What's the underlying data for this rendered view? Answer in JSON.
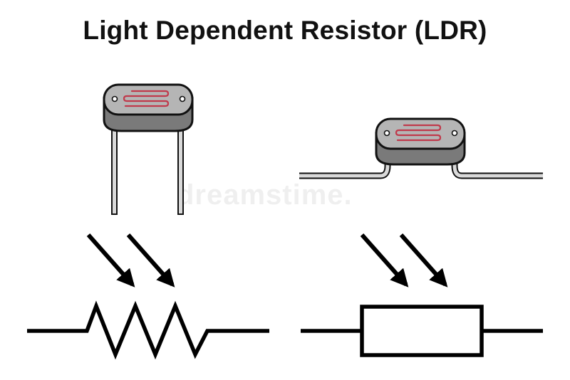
{
  "title": "Light Dependent Resistor (LDR)",
  "watermark": "dreamstime.",
  "colors": {
    "body_top": "#b5b5b5",
    "body_side": "#7a7a7a",
    "outline": "#111111",
    "track": "#c0394b",
    "lead": "#d9d9d9",
    "symbol": "#000000"
  },
  "figures": [
    {
      "name": "ldr-package-vertical-leads",
      "icon": "ldr-through-hole-icon"
    },
    {
      "name": "ldr-package-bent-leads",
      "icon": "ldr-bent-lead-icon"
    },
    {
      "name": "ldr-symbol-zigzag",
      "icon": "ldr-zigzag-resistor-symbol"
    },
    {
      "name": "ldr-symbol-rectangle",
      "icon": "ldr-rectangle-resistor-symbol"
    }
  ]
}
